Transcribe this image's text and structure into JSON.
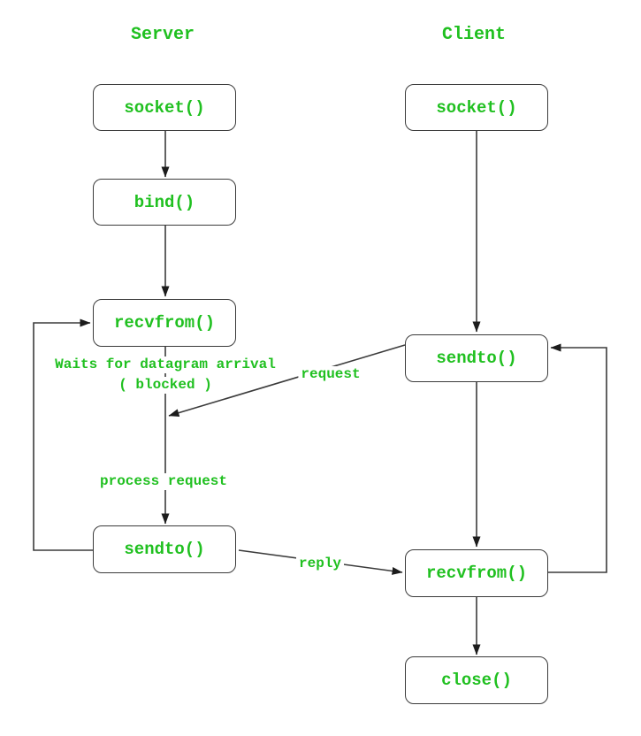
{
  "colors": {
    "text_green": "#20c020",
    "line_gray": "#3b3b3b",
    "background": "#ffffff"
  },
  "server": {
    "title": "Server",
    "nodes": [
      {
        "label": "socket()"
      },
      {
        "label": "bind()"
      },
      {
        "label": "recvfrom()"
      },
      {
        "label": "sendto()"
      }
    ],
    "annotations": {
      "waits_line1": "Waits for datagram arrival",
      "waits_line2": "( blocked )",
      "process": "process request"
    }
  },
  "client": {
    "title": "Client",
    "nodes": [
      {
        "label": "socket()"
      },
      {
        "label": "sendto()"
      },
      {
        "label": "recvfrom()"
      },
      {
        "label": "close()"
      }
    ]
  },
  "edges": {
    "request_label": "request",
    "reply_label": "reply"
  }
}
